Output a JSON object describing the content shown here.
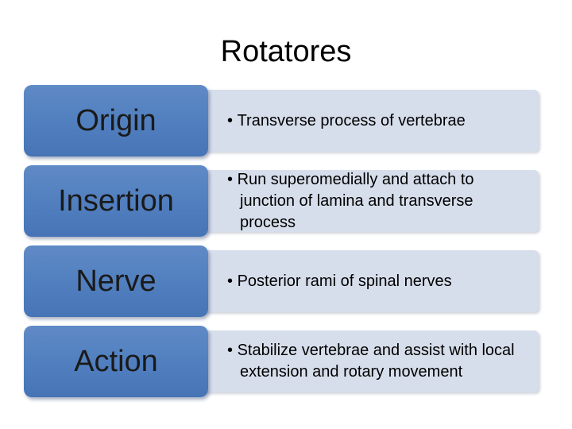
{
  "title": "Rotatores",
  "rows": [
    {
      "label": "Origin",
      "text": "Transverse process of vertebrae"
    },
    {
      "label": "Insertion",
      "text": "Run superomedially and attach to junction of lamina and transverse process"
    },
    {
      "label": "Nerve",
      "text": "Posterior rami of spinal nerves"
    },
    {
      "label": "Action",
      "text": "Stabilize vertebrae and assist with local extension and rotary movement"
    }
  ],
  "colors": {
    "label_fill": "#4f7dbd",
    "desc_fill": "#d7deeb",
    "text": "#000000"
  }
}
